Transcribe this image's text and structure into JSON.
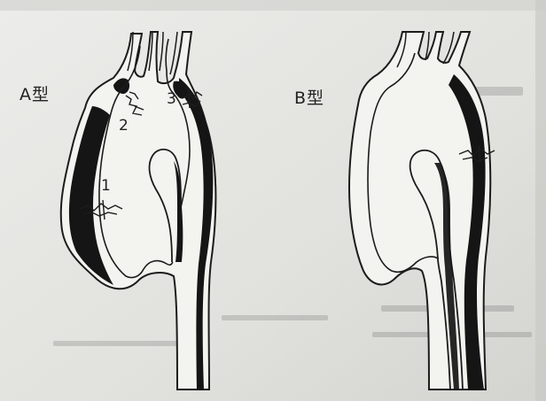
{
  "labels": {
    "type_a": "A型",
    "type_b": "B型",
    "tear_1": "1",
    "tear_2": "2",
    "tear_3": "3"
  },
  "colors": {
    "paper": "#e3e3df",
    "wall": "#f4f4f0",
    "false_lumen": "#151515",
    "ink": "#1c1c1c"
  },
  "icons": {
    "tear": "jagged-tear-mark"
  }
}
